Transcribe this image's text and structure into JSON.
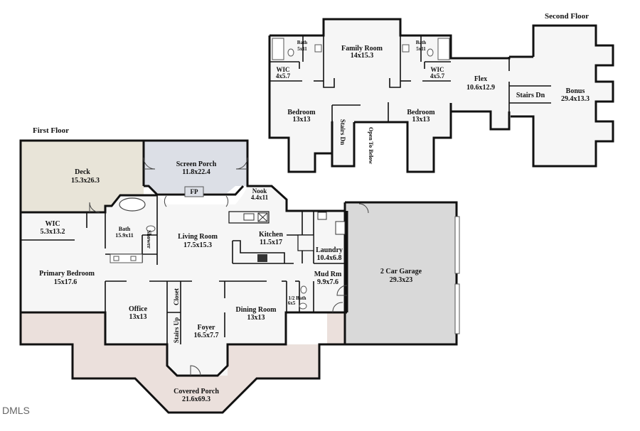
{
  "second_floor": {
    "title": "Second Floor",
    "rooms": [
      {
        "name": "Family Room",
        "dims": "14x15.3"
      },
      {
        "name": "Bath",
        "dims": "5x11"
      },
      {
        "name": "Bath",
        "dims": "5x11"
      },
      {
        "name": "WIC",
        "dims": "4x5.7"
      },
      {
        "name": "WIC",
        "dims": "4x5.7"
      },
      {
        "name": "Bedroom",
        "dims": "13x13"
      },
      {
        "name": "Bedroom",
        "dims": "13x13"
      },
      {
        "name": "Flex",
        "dims": "10.6x12.9"
      },
      {
        "name": "Bonus",
        "dims": "29.4x13.3"
      }
    ],
    "annotations": {
      "stairs_left": "Stairs Dn",
      "open_to_below": "Open To Below",
      "stairs_right": "Stairs Dn"
    }
  },
  "first_floor": {
    "title": "First Floor",
    "rooms": [
      {
        "name": "Deck",
        "dims": "15.3x26.3"
      },
      {
        "name": "Screen Porch",
        "dims": "11.8x22.4"
      },
      {
        "name": "Nook",
        "dims": "4.4x11"
      },
      {
        "name": "WIC",
        "dims": "5.3x13.2"
      },
      {
        "name": "Bath",
        "dims": "15.9x11"
      },
      {
        "name": "Living Room",
        "dims": "17.5x15.3"
      },
      {
        "name": "Kitchen",
        "dims": "11.5x17"
      },
      {
        "name": "Laundry",
        "dims": "10.4x6.8"
      },
      {
        "name": "Primary Bedroom",
        "dims": "15x17.6"
      },
      {
        "name": "Mud Rm",
        "dims": "9.9x7.6"
      },
      {
        "name": "2 Car Garage",
        "dims": "29.3x23"
      },
      {
        "name": "Office",
        "dims": "13x13"
      },
      {
        "name": "Foyer",
        "dims": "16.5x7.7"
      },
      {
        "name": "Dining Room",
        "dims": "13x13"
      },
      {
        "name": "1/2 Bath",
        "dims": "6x5"
      },
      {
        "name": "Covered Porch",
        "dims": "21.6x69.3"
      }
    ],
    "annotations": {
      "fireplace": "FP",
      "shower": "Shower",
      "closet": "Closet",
      "stairs_up": "Stairs Up"
    }
  },
  "colors": {
    "deck": "#e8e4d8",
    "screen_porch": "#dcdfe6",
    "garage": "#d9d9d9",
    "covered_porch": "#ebe0dc",
    "interior": "#f6f6f6"
  },
  "watermark": "DMLS"
}
